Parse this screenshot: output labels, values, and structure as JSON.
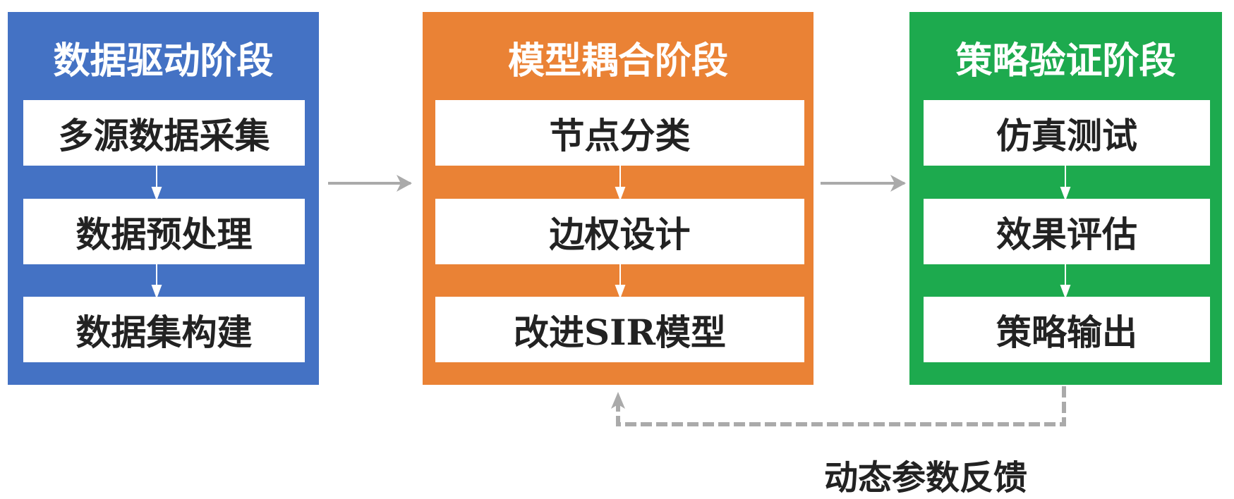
{
  "colors": {
    "stage1": "#4472c4",
    "stage2": "#ea8235",
    "stage3": "#1daa4e",
    "arrow": "#aaaaaa"
  },
  "stages": [
    {
      "title": "数据驱动阶段",
      "steps": [
        "多源数据采集",
        "数据预处理",
        "数据集构建"
      ]
    },
    {
      "title": "模型耦合阶段",
      "steps": [
        "节点分类",
        "边权设计",
        "改进SIR模型"
      ]
    },
    {
      "title": "策略验证阶段",
      "steps": [
        "仿真测试",
        "效果评估",
        "策略输出"
      ]
    }
  ],
  "feedback": {
    "label": "动态参数反馈"
  }
}
